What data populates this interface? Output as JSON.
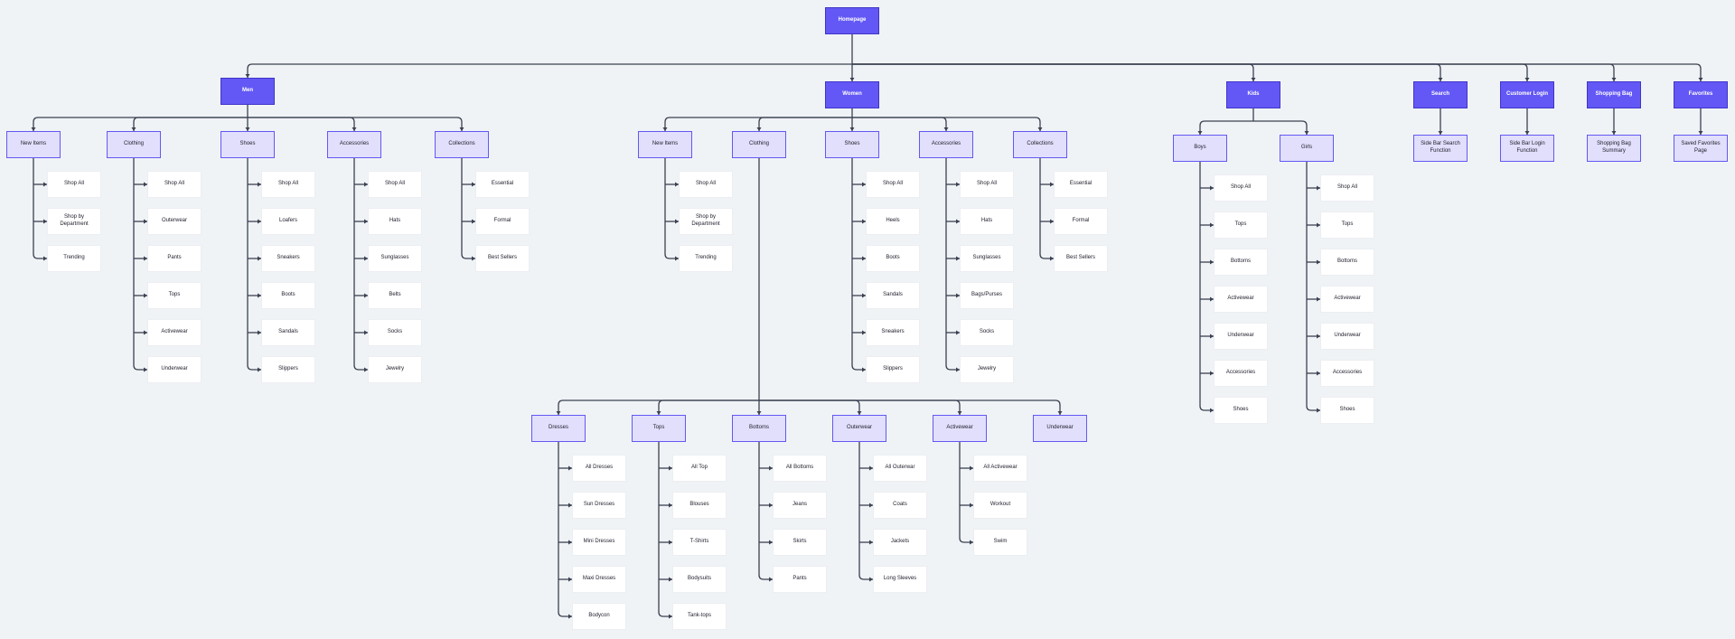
{
  "colors": {
    "primary": "#6358f5",
    "secondary": "#e1dffb",
    "leaf": "#ffffff",
    "wire": "#3a4150",
    "background": "#f0f3f6"
  },
  "root": {
    "label": "Homepage",
    "children": [
      {
        "label": "Men",
        "children": [
          {
            "label": "New Items",
            "children": [
              "Shop All",
              "Shop by Department",
              "Trending"
            ]
          },
          {
            "label": "Clothing",
            "children": [
              "Shop All",
              "Outerwear",
              "Pants",
              "Tops",
              "Activewear",
              "Underwear"
            ]
          },
          {
            "label": "Shoes",
            "children": [
              "Shop All",
              "Loafers",
              "Sneakers",
              "Boots",
              "Sandals",
              "Slippers"
            ]
          },
          {
            "label": "Accessories",
            "children": [
              "Shop All",
              "Hats",
              "Sunglasses",
              "Belts",
              "Socks",
              "Jewelry"
            ]
          },
          {
            "label": "Collections",
            "children": [
              "Essential",
              "Formal",
              "Best Sellers"
            ]
          }
        ]
      },
      {
        "label": "Women",
        "children": [
          {
            "label": "New Items",
            "children": [
              "Shop All",
              "Shop by Department",
              "Trending"
            ]
          },
          {
            "label": "Clothing",
            "children": [
              {
                "label": "Dresses",
                "children": [
                  "All Dresses",
                  "Sun Dresses",
                  "Mini Dresses",
                  "Maxi Dresses",
                  "Bodycon"
                ]
              },
              {
                "label": "Tops",
                "children": [
                  "All Top",
                  "Blouses",
                  "T-Shirts",
                  "Bodysuits",
                  "Tank-tops"
                ]
              },
              {
                "label": "Bottoms",
                "children": [
                  "All Bottoms",
                  "Jeans",
                  "Skirts",
                  "Pants"
                ]
              },
              {
                "label": "Outerwear",
                "children": [
                  "All Outerwar",
                  "Coats",
                  "Jackets",
                  "Long Sleeves"
                ]
              },
              {
                "label": "Activewear",
                "children": [
                  "All Activewear",
                  "Workout",
                  "Swim"
                ]
              },
              {
                "label": "Underwear",
                "children": []
              }
            ]
          },
          {
            "label": "Shoes",
            "children": [
              "Shop All",
              "Heels",
              "Boots",
              "Sandals",
              "Sneakers",
              "Slippers"
            ]
          },
          {
            "label": "Accessories",
            "children": [
              "Shop All",
              "Hats",
              "Sunglasses",
              "Bags/Purses",
              "Socks",
              "Jewelry"
            ]
          },
          {
            "label": "Collections",
            "children": [
              "Essential",
              "Formal",
              "Best Sellers"
            ]
          }
        ]
      },
      {
        "label": "Kids",
        "children": [
          {
            "label": "Boys",
            "children": [
              "Shop All",
              "Tops",
              "Bottoms",
              "Activewear",
              "Underwear",
              "Accessories",
              "Shoes"
            ]
          },
          {
            "label": "Girls",
            "children": [
              "Shop All",
              "Tops",
              "Bottoms",
              "Activewear",
              "Underwear",
              "Accessories",
              "Shoes"
            ]
          }
        ]
      },
      {
        "label": "Search",
        "children": [
          {
            "label": "Side Bar Search Function",
            "children": []
          }
        ]
      },
      {
        "label": "Customer Login",
        "children": [
          {
            "label": "Side Bar Login Function",
            "children": []
          }
        ]
      },
      {
        "label": "Shopping Bag",
        "children": [
          {
            "label": "Shopping Bag Summary",
            "children": []
          }
        ]
      },
      {
        "label": "Favorites",
        "children": [
          {
            "label": "Saved Favorites Page",
            "children": []
          }
        ]
      }
    ]
  }
}
